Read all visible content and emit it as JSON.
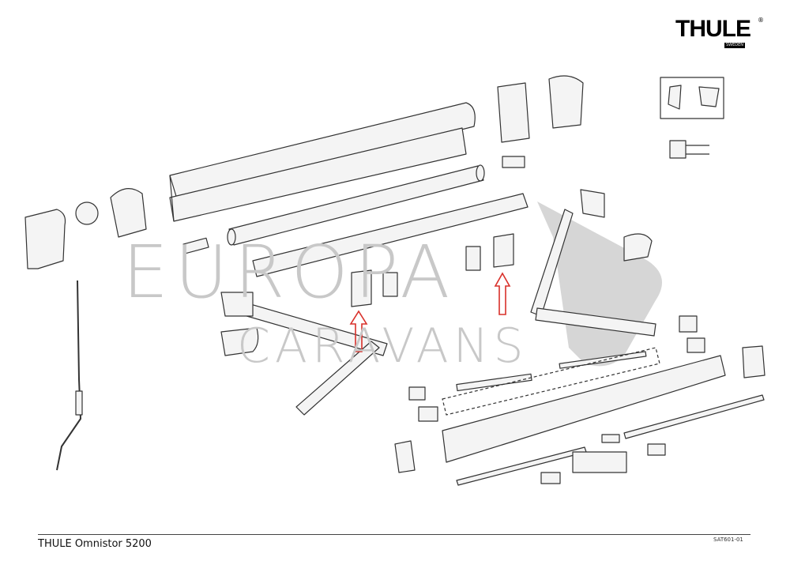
{
  "logo": {
    "brand": "THULE",
    "sub": "SWEDEN",
    "mark": "®"
  },
  "watermark": {
    "line1": "EUROPA",
    "line2": "CARAVANS"
  },
  "footer": {
    "title": "THULE Omnistor 5200",
    "code": "SAT601-01"
  },
  "colors": {
    "arrow": "#d9302a",
    "watermark": "#c8c8c8",
    "line": "#333333"
  }
}
